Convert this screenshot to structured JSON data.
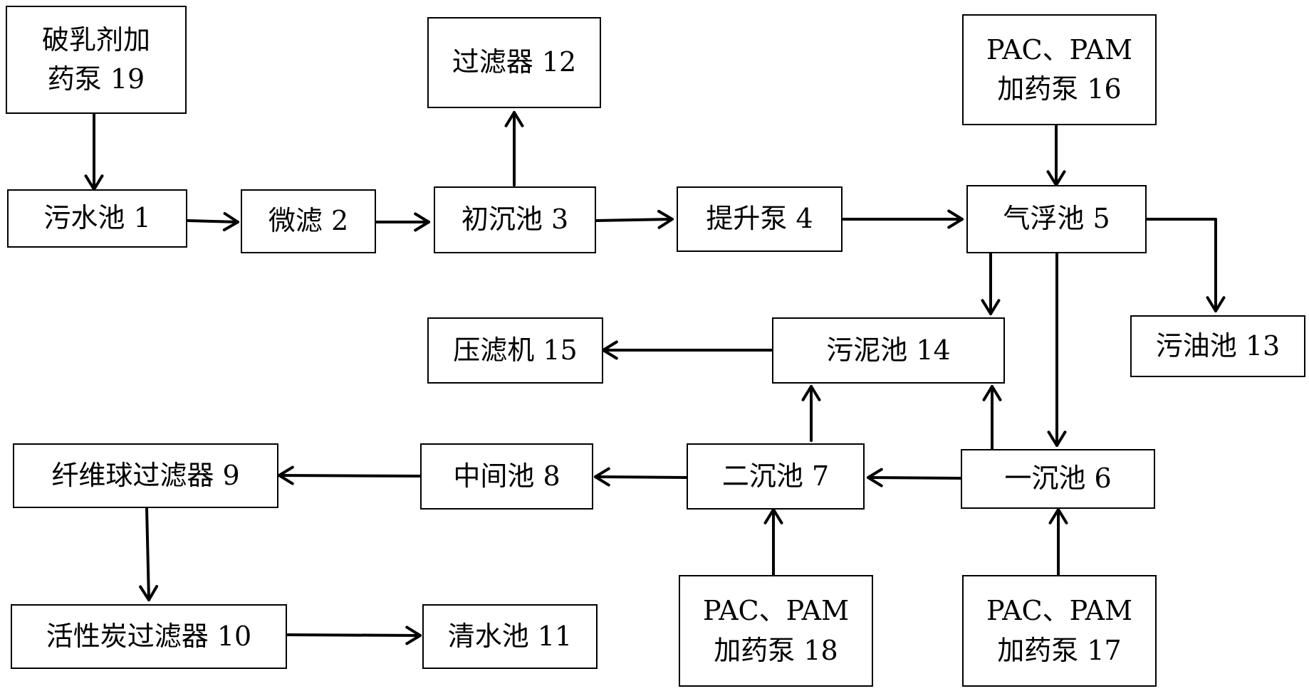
{
  "nodes": {
    "n1": {
      "lines": [
        "污水池 1"
      ]
    },
    "n2": {
      "lines": [
        "微滤 2"
      ]
    },
    "n3": {
      "lines": [
        "初沉池 3"
      ]
    },
    "n4": {
      "lines": [
        "提升泵 4"
      ]
    },
    "n5": {
      "lines": [
        "气浮池 5"
      ]
    },
    "n6": {
      "lines": [
        "一沉池 6"
      ]
    },
    "n7": {
      "lines": [
        "二沉池 7"
      ]
    },
    "n8": {
      "lines": [
        "中间池 8"
      ]
    },
    "n9": {
      "lines": [
        "纤维球过滤器 9"
      ]
    },
    "n10": {
      "lines": [
        "活性炭过滤器 10"
      ]
    },
    "n11": {
      "lines": [
        "清水池 11"
      ]
    },
    "n12": {
      "lines": [
        "过滤器 12"
      ]
    },
    "n13": {
      "lines": [
        "污油池 13"
      ]
    },
    "n14": {
      "lines": [
        "污泥池 14"
      ]
    },
    "n15": {
      "lines": [
        "压滤机 15"
      ]
    },
    "n16": {
      "lines": [
        "PAC、PAM",
        "加药泵 16"
      ]
    },
    "n17": {
      "lines": [
        "PAC、PAM",
        "加药泵 17"
      ]
    },
    "n18": {
      "lines": [
        "PAC、PAM",
        "加药泵 18"
      ]
    },
    "n19": {
      "lines": [
        "破乳剂加",
        "药泵 19"
      ]
    }
  },
  "edges": [
    {
      "from": "n19",
      "to": "n1"
    },
    {
      "from": "n1",
      "to": "n2"
    },
    {
      "from": "n2",
      "to": "n3"
    },
    {
      "from": "n3",
      "to": "n12"
    },
    {
      "from": "n3",
      "to": "n4"
    },
    {
      "from": "n4",
      "to": "n5"
    },
    {
      "from": "n16",
      "to": "n5"
    },
    {
      "from": "n5",
      "to": "n13"
    },
    {
      "from": "n5",
      "to": "n14"
    },
    {
      "from": "n5",
      "to": "n6"
    },
    {
      "from": "n14",
      "to": "n15"
    },
    {
      "from": "n6",
      "to": "n14"
    },
    {
      "from": "n7",
      "to": "n14"
    },
    {
      "from": "n6",
      "to": "n7"
    },
    {
      "from": "n7",
      "to": "n8"
    },
    {
      "from": "n8",
      "to": "n9"
    },
    {
      "from": "n9",
      "to": "n10"
    },
    {
      "from": "n10",
      "to": "n11"
    },
    {
      "from": "n18",
      "to": "n7"
    },
    {
      "from": "n17",
      "to": "n6"
    }
  ]
}
